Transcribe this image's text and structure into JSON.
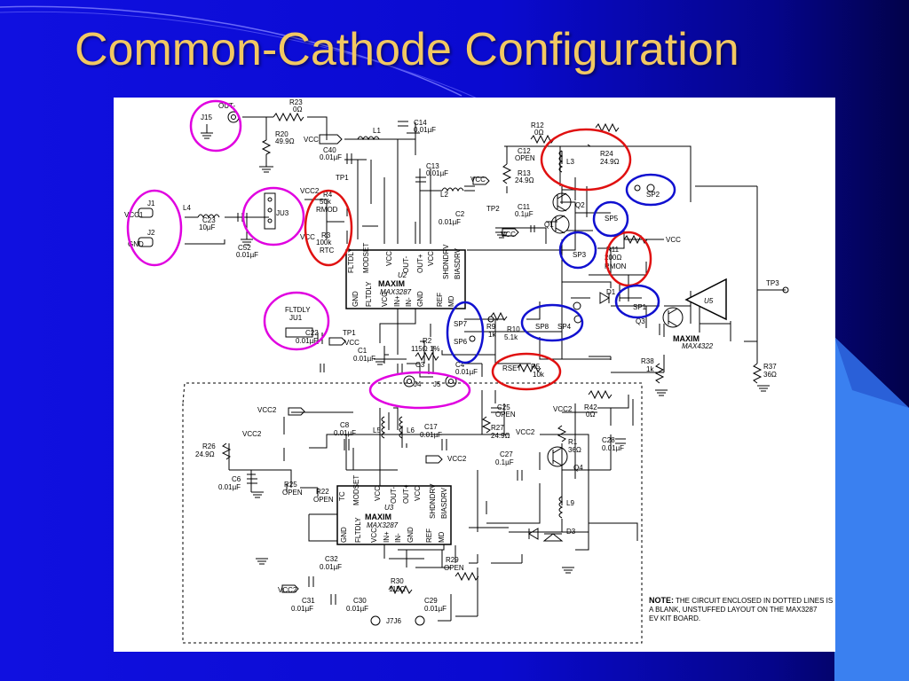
{
  "slide": {
    "title": "Common-Cathode Configuration",
    "colors": {
      "title": "#f2c862",
      "background": "#1010e0",
      "highlight_magenta": "#e000e0",
      "highlight_red": "#e01010",
      "highlight_blue": "#1010d0"
    }
  },
  "schematic": {
    "ics": {
      "u2": {
        "ref": "U2",
        "part": "MAX3287",
        "brand": "MAXIM",
        "pins_top": [
          "MODSET",
          "FLTDLY",
          "VCC",
          "OUT-",
          "OUT+",
          "VCC",
          "SHDNDRV",
          "BIASDRV"
        ],
        "pins_bottom": [
          "GND",
          "FLTDLY",
          "VCC",
          "IN+",
          "IN-",
          "GND",
          "REF",
          "MD"
        ]
      },
      "u3": {
        "ref": "U3",
        "part": "MAX3287",
        "brand": "MAXIM",
        "pins_top": [
          "TC",
          "MODSET",
          "VCC",
          "OUT-",
          "OUT+",
          "VCC",
          "SHDNDRV",
          "BIASDRV"
        ],
        "pins_bottom": [
          "GND",
          "FLTDLY",
          "VCC",
          "IN+",
          "IN-",
          "GND",
          "REF",
          "MD"
        ]
      },
      "u5": {
        "ref": "U5",
        "part": "MAX4322",
        "brand": "MAXIM"
      }
    },
    "labels": {
      "out_minus": "OUT-",
      "j15": "J15",
      "r23": "R23",
      "r23_val": "0Ω",
      "r20": "R20",
      "r20_val": "49.9Ω",
      "vcc": "VCC",
      "vcc2": "VCC2",
      "c40": "C40",
      "c40_val": "0.01µF",
      "l1": "L1",
      "c14": "C14",
      "c14_val": "0.01µF",
      "j1": "J1",
      "vcc1": "VCC1",
      "j2": "J2",
      "gnd": "GND",
      "l4": "L4",
      "c23": "C23",
      "c23_val": "10µF",
      "c52": "C52",
      "c52_val": "0.01µF",
      "ju3": "JU3",
      "r4": "R4",
      "r4_val": "50k",
      "rmod": "RMOD",
      "r3": "R3",
      "r3_val": "100k",
      "rtc": "RTC",
      "tp1": "TP1",
      "c13": "C13",
      "c13_val": "0.01µF",
      "l2": "L2",
      "c2": "C2",
      "c2_val": "0.01µF",
      "tp2": "TP2",
      "c11": "C11",
      "c11_val": "0.1µF",
      "q1": "Q1",
      "q2": "Q2",
      "r12": "R12",
      "r12_val": "0Ω",
      "c12": "C12",
      "c12_val": "OPEN",
      "r13": "R13",
      "r13_val": "24.9Ω",
      "l3": "L3",
      "r24": "R24",
      "r24_val": "24.9Ω",
      "sp2": "SP2",
      "sp5": "SP5",
      "sp3": "SP3",
      "r11": "R11",
      "r11_val": "200Ω",
      "rmon": "RMON",
      "d1": "D1",
      "sp1": "SP1",
      "q3": "Q3",
      "tp3": "TP3",
      "r38": "R38",
      "r38_val": "1k",
      "r37": "R37",
      "r37_val": "36Ω",
      "fltdly": "FLTDLY",
      "ju1": "JU1",
      "c22": "C22",
      "c22_val": "0.01µF",
      "c1": "C1",
      "c1_val": "0.01µF",
      "sp7": "SP7",
      "sp6": "SP6",
      "r9": "R9",
      "r9_val": "1k",
      "r10": "R10",
      "r10_val": "5.1k",
      "sp8": "SP8",
      "sp4": "SP4",
      "r2": "R2",
      "r2_val": "115Ω 1%",
      "c3": "C3",
      "c4": "C4",
      "c4_val": "0.01µF",
      "j4": "J4",
      "j5": "J5",
      "rset": "RSET",
      "r5": "R5",
      "r5_val": "10k",
      "c25": "C25",
      "c25_val": "OPEN",
      "r42": "R42",
      "r42_val": "0Ω",
      "r27": "R27",
      "r27_val": "24.9Ω",
      "c8": "C8",
      "c8_val": "0.01µF",
      "l5": "L5",
      "l6": "L6",
      "c17": "C17",
      "c17_val": "0.01µF",
      "r1": "R1",
      "r1_val": "36Ω",
      "c28": "C28",
      "c28_val": "0.01µF",
      "r26": "R26",
      "r26_val": "24.9Ω",
      "c6": "C6",
      "c6_val": "0.01µF",
      "r25": "R25",
      "r25_val": "OPEN",
      "r22": "R22",
      "r22_val": "OPEN",
      "c27": "C27",
      "c27_val": "0.1µF",
      "q4": "Q4",
      "l9": "L9",
      "d3": "D3",
      "c32": "C32",
      "c32_val": "0.01µF",
      "r29": "R29",
      "r29_val": "OPEN",
      "c31": "C31",
      "c31_val": "0.01µF",
      "r30": "R30",
      "r30_val": "115Ω",
      "c30": "C30",
      "c30_val": "0.01µF",
      "c29": "C29",
      "c29_val": "0.01µF",
      "j7j6": "J7J6"
    },
    "note": {
      "heading": "NOTE:",
      "line1": "THE CIRCUIT ENCLOSED IN DOTTED LINES IS",
      "line2": "A BLANK, UNSTUFFED LAYOUT ON THE MAX3287",
      "line3": "EV KIT BOARD."
    }
  }
}
